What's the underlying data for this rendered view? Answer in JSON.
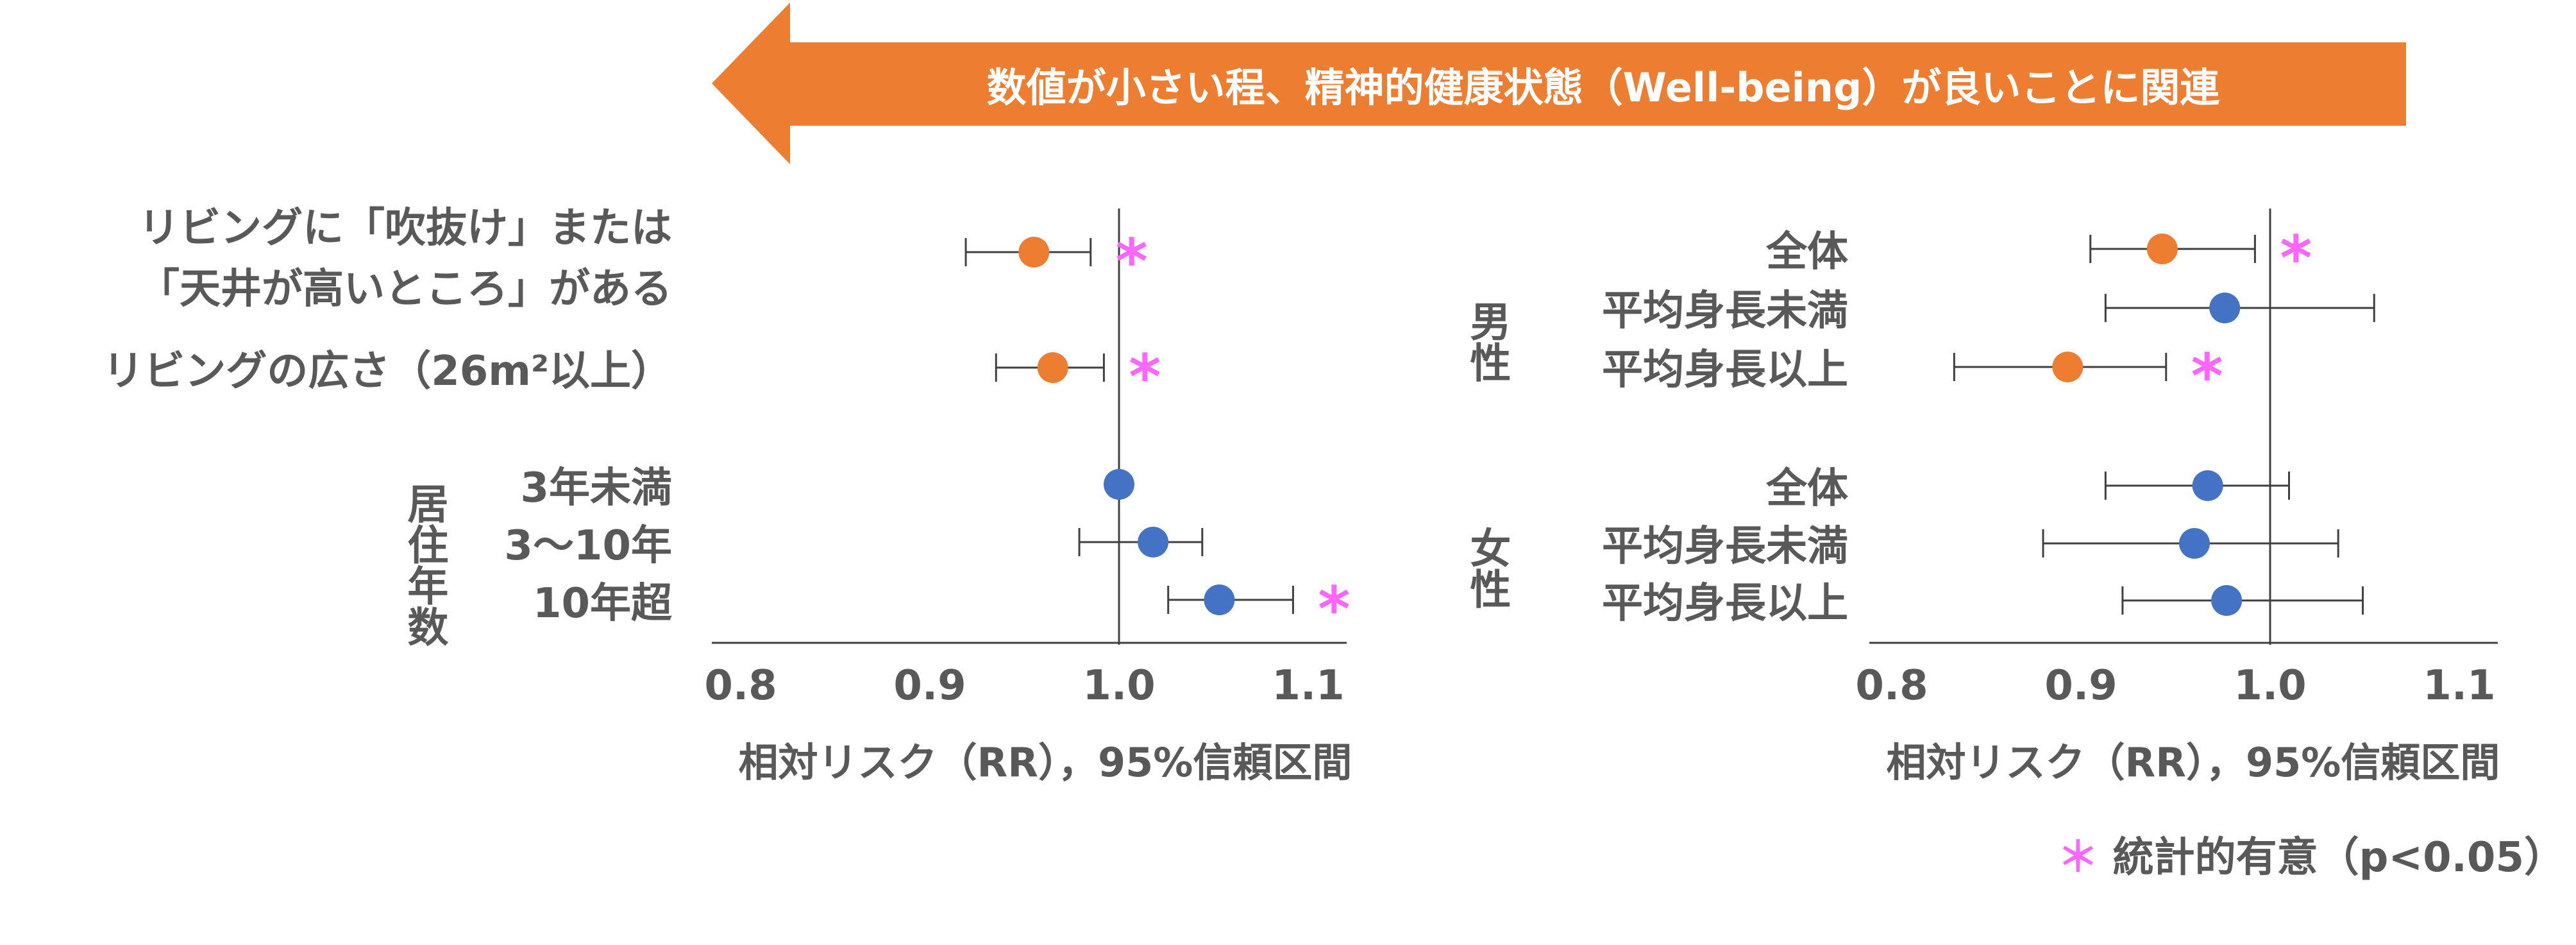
{
  "banner": {
    "text": "数値が小さい程、精神的健康状態（Well-being）が良いことに関連",
    "color": "#ED7D31"
  },
  "colors": {
    "orange": "#ED7D31",
    "blue": "#4472C4",
    "sig": "#FF66FF",
    "text": "#595959",
    "line": "#404040"
  },
  "footnote": "＊ 統計的有意（p<0.05）",
  "chart_data": [
    {
      "type": "forest",
      "xlabel": "相対リスク（RR），95%信頼区間",
      "xlim": [
        0.78,
        1.12
      ],
      "ticks": [
        0.8,
        0.9,
        1.0,
        1.1
      ],
      "tick_labels": [
        "0.8",
        "0.9",
        "1.0",
        "1.1"
      ],
      "reference_line": 1.0,
      "groups": [
        {
          "label": "居住年数"
        }
      ],
      "rows": [
        {
          "label_lines": [
            "リビングに「吹抜け」または",
            "「天井が高いところ」がある"
          ],
          "rr": 0.955,
          "lo": 0.919,
          "hi": 0.985,
          "sig": true,
          "color": "orange"
        },
        {
          "label_lines": [
            "リビングの広さ（26m²以上）"
          ],
          "rr": 0.965,
          "lo": 0.935,
          "hi": 0.992,
          "sig": true,
          "color": "orange"
        },
        {
          "label_lines": [
            "3年未満"
          ],
          "rr": 1.0,
          "lo": null,
          "hi": null,
          "sig": false,
          "color": "blue"
        },
        {
          "label_lines": [
            "3〜10年"
          ],
          "rr": 1.018,
          "lo": 0.979,
          "hi": 1.044,
          "sig": false,
          "color": "blue"
        },
        {
          "label_lines": [
            "10年超"
          ],
          "rr": 1.053,
          "lo": 1.026,
          "hi": 1.092,
          "sig": true,
          "color": "blue"
        }
      ]
    },
    {
      "type": "forest",
      "xlabel": "相対リスク（RR），95%信頼区間",
      "xlim": [
        0.78,
        1.12
      ],
      "ticks": [
        0.8,
        0.9,
        1.0,
        1.1
      ],
      "tick_labels": [
        "0.8",
        "0.9",
        "1.0",
        "1.1"
      ],
      "reference_line": 1.0,
      "groups": [
        {
          "label": "男性"
        },
        {
          "label": "女性"
        }
      ],
      "rows": [
        {
          "label_lines": [
            "全体"
          ],
          "rr": 0.943,
          "lo": 0.905,
          "hi": 0.992,
          "sig": true,
          "color": "orange"
        },
        {
          "label_lines": [
            "平均身長未満"
          ],
          "rr": 0.976,
          "lo": 0.913,
          "hi": 1.055,
          "sig": false,
          "color": "blue"
        },
        {
          "label_lines": [
            "平均身長以上"
          ],
          "rr": 0.893,
          "lo": 0.833,
          "hi": 0.945,
          "sig": true,
          "color": "orange"
        },
        {
          "label_lines": [
            "全体"
          ],
          "rr": 0.967,
          "lo": 0.913,
          "hi": 1.01,
          "sig": false,
          "color": "blue"
        },
        {
          "label_lines": [
            "平均身長未満"
          ],
          "rr": 0.96,
          "lo": 0.88,
          "hi": 1.036,
          "sig": false,
          "color": "blue"
        },
        {
          "label_lines": [
            "平均身長以上"
          ],
          "rr": 0.977,
          "lo": 0.922,
          "hi": 1.049,
          "sig": false,
          "color": "blue"
        }
      ]
    }
  ]
}
